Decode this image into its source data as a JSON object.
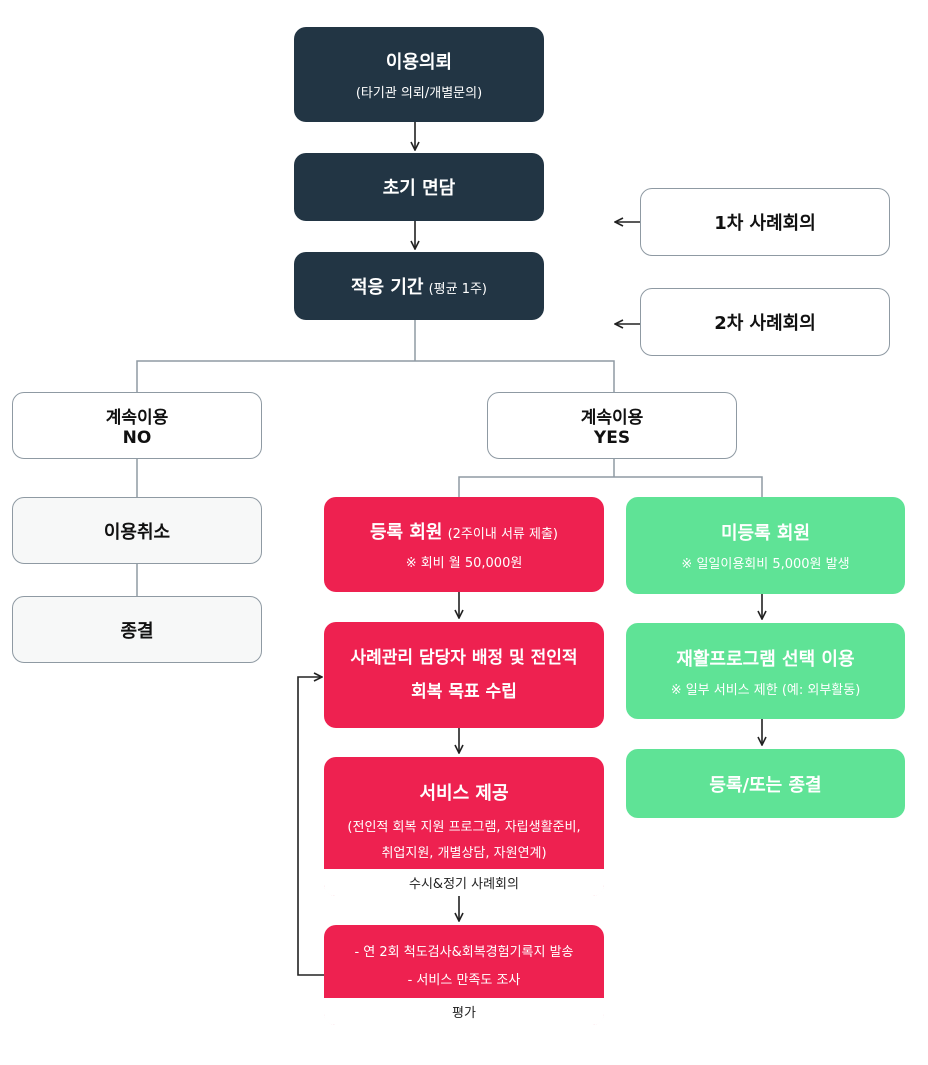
{
  "nodes": {
    "inquiry": {
      "title": "이용의뢰",
      "sub": "(타기관 의뢰/개별문의)"
    },
    "initial_interview": {
      "title": "초기 면담"
    },
    "adaptation": {
      "title": "적응 기간",
      "sub": "(평균 1주)"
    },
    "case_meeting_1": {
      "title": "1차 사례회의"
    },
    "case_meeting_2": {
      "title": "2차 사례회의"
    },
    "continue_no": {
      "line1": "계속이용",
      "line2": "NO"
    },
    "continue_yes": {
      "line1": "계속이용",
      "line2": "YES"
    },
    "cancel": {
      "title": "이용취소"
    },
    "end": {
      "title": "종결"
    },
    "registered": {
      "title": "등록 회원",
      "sub": "(2주이내 서류 제출)",
      "note": "※ 회비 월 50,000원"
    },
    "unregistered": {
      "title": "미등록 회원",
      "note": "※ 일일이용회비 5,000원 발생"
    },
    "case_manager": {
      "line1": "사례관리 담당자 배정 및 전인적",
      "line2": "회복 목표 수립"
    },
    "rehab": {
      "title": "재활프로그램 선택 이용",
      "note": "※ 일부 서비스 제한 (예: 외부활동)"
    },
    "service": {
      "title": "서비스 제공",
      "line1": "(전인적 회복 지원 프로그램, 자립생활준비,",
      "line2": "취업지원, 개별상담, 자원연계)",
      "footer": "수시&정기 사례회의"
    },
    "register_or_end": {
      "title": "등록/또는 종결"
    },
    "evaluation": {
      "line1": "- 연 2회 척도검사&회복경험기록지 발송",
      "line2": "- 서비스 만족도 조사",
      "footer": "평가"
    }
  },
  "colors": {
    "dark": "#223544",
    "red": "#ee2150",
    "green": "#5fe396",
    "connector": "#8f9aa3",
    "arrow": "#222222"
  }
}
